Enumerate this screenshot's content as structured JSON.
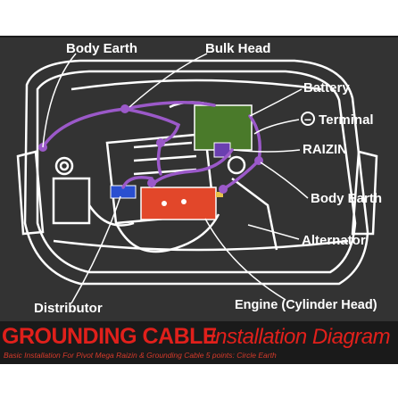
{
  "labels": {
    "body_earth_top": "Body Earth",
    "bulk_head": "Bulk Head",
    "battery": "Battery",
    "terminal": "Terminal",
    "raizin": "RAIZIN",
    "body_earth_right": "Body Earth",
    "alternator": "Alternator",
    "distributor": "Distributor",
    "engine": "Engine",
    "engine_detail": "(Cylinder Head)"
  },
  "terminal_symbol": "−",
  "banner": {
    "title_bold": "GROUNDING CABLE",
    "title_italic": "Installation Diagram",
    "subtitle": "Basic Installation For Pivot Mega Raizin & Grounding Cable 5 points: Circle Earth"
  },
  "colors": {
    "background": "#333333",
    "cable": "#9b59c9",
    "battery": "#4a7a2a",
    "cylinder_head": "#e2472a",
    "title": "#e0201b"
  }
}
